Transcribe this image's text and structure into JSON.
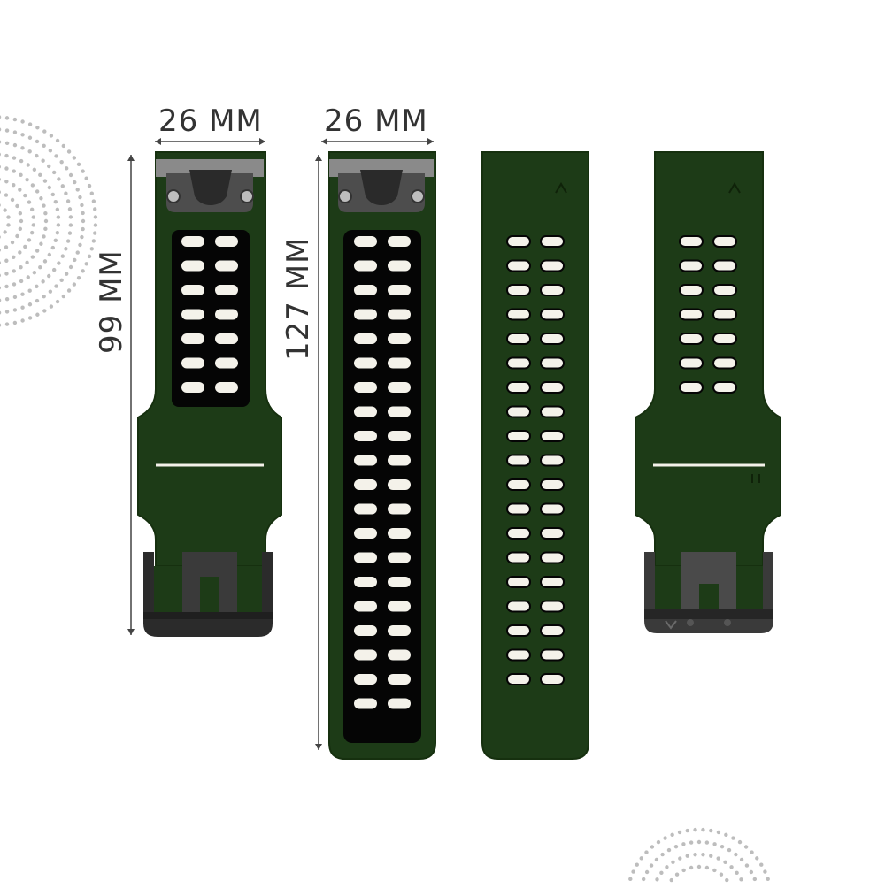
{
  "image": {
    "description_labels": {
      "width_short": "26 MM",
      "width_long": "26 MM",
      "length_short": "99 MM",
      "length_long": "127 MM"
    }
  },
  "colors": {
    "strap": "#1d3b17",
    "strap_edge": "#16300f",
    "inner_black": "#050505",
    "hole": "#f4f2ea",
    "buckle": "#2b2b2b",
    "clasp": "#4d4d4d",
    "dots": "#bdbdbd",
    "dim_line": "#444444"
  }
}
